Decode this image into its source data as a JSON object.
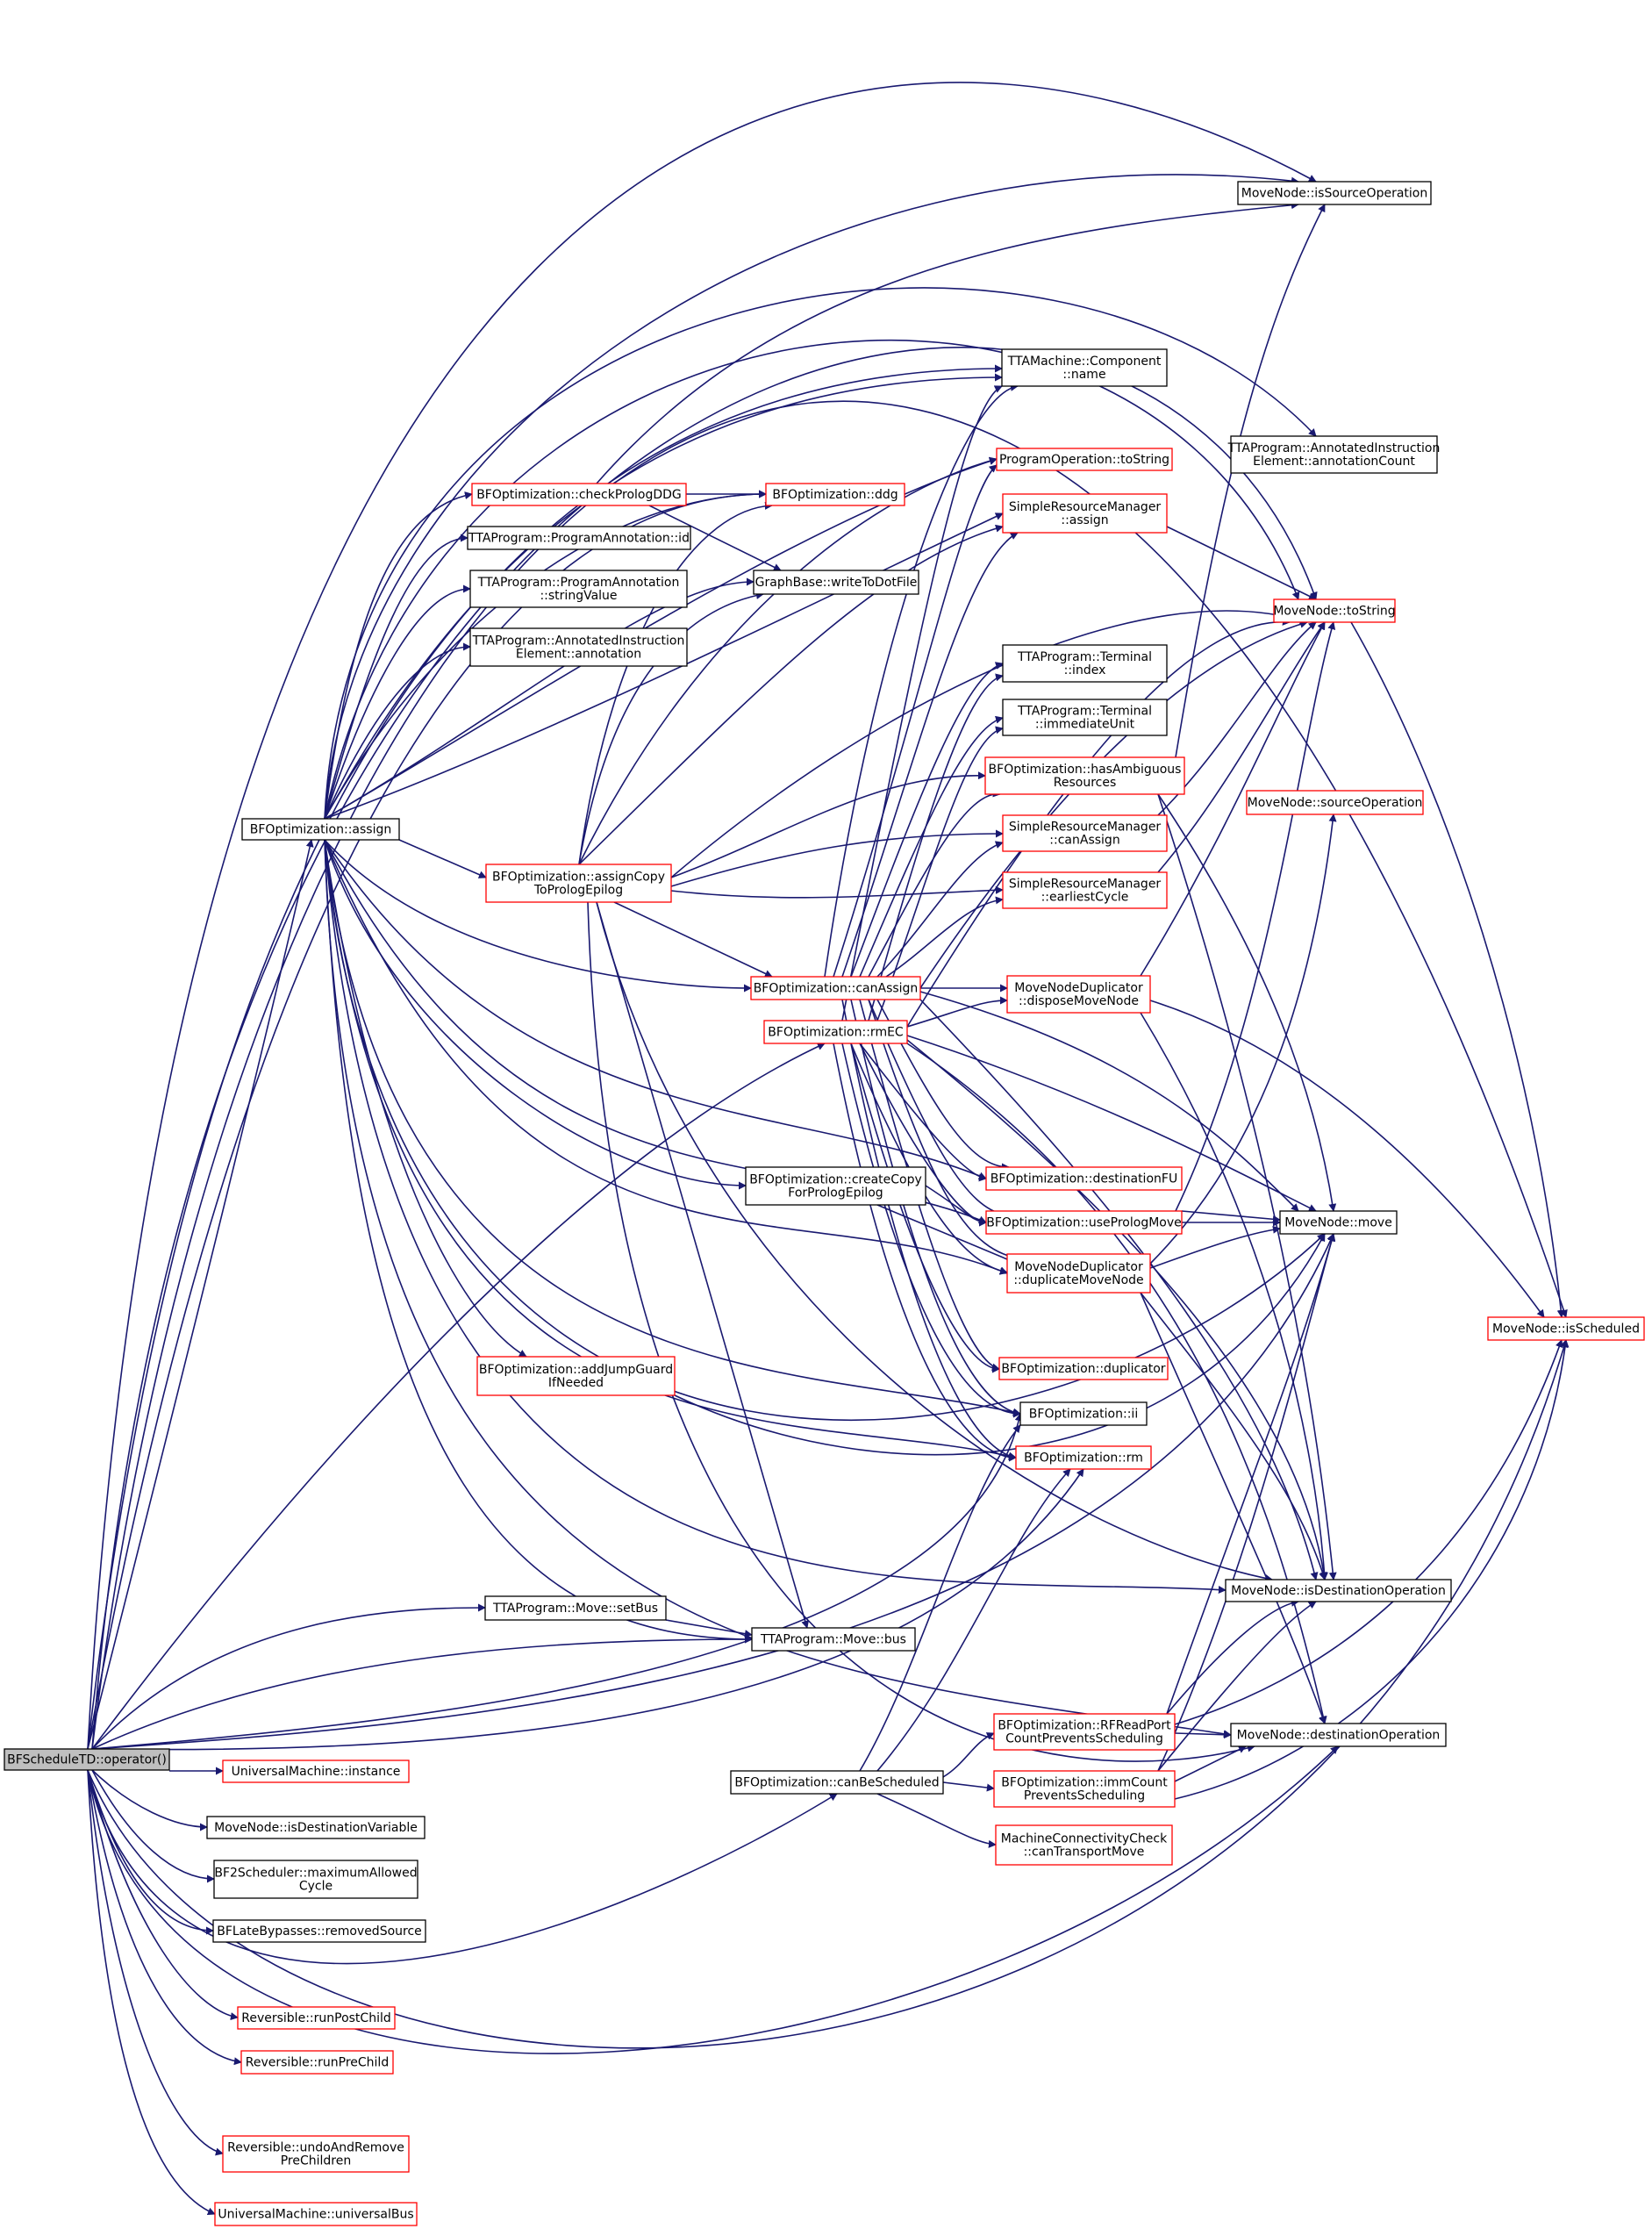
{
  "colors": {
    "edge": "#191970",
    "border_normal": "#000000",
    "border_truncated": "#ff0000",
    "root_fill": "#bfbfbf",
    "node_fill": "#ffffff"
  },
  "nodes": [
    {
      "id": "root",
      "lines": [
        "BFScheduleTD::operator()"
      ],
      "style": "root"
    },
    {
      "id": "assign",
      "lines": [
        "BFOptimization::assign"
      ],
      "style": "normal"
    },
    {
      "id": "isSourceOperation",
      "lines": [
        "MoveNode::isSourceOperation"
      ],
      "style": "normal"
    },
    {
      "id": "componentName",
      "lines": [
        "TTAMachine::Component",
        "::name"
      ],
      "style": "normal"
    },
    {
      "id": "annotationCount",
      "lines": [
        "TTAProgram::AnnotatedInstruction",
        "Element::annotationCount"
      ],
      "style": "normal"
    },
    {
      "id": "checkPrologDDG",
      "lines": [
        "BFOptimization::checkPrologDDG"
      ],
      "style": "red"
    },
    {
      "id": "ddg",
      "lines": [
        "BFOptimization::ddg"
      ],
      "style": "red"
    },
    {
      "id": "programOpToString",
      "lines": [
        "ProgramOperation::toString"
      ],
      "style": "red"
    },
    {
      "id": "srmAssign",
      "lines": [
        "SimpleResourceManager",
        "::assign"
      ],
      "style": "red"
    },
    {
      "id": "progAnnId",
      "lines": [
        "TTAProgram::ProgramAnnotation::id"
      ],
      "style": "normal"
    },
    {
      "id": "progAnnStringValue",
      "lines": [
        "TTAProgram::ProgramAnnotation",
        "::stringValue"
      ],
      "style": "normal"
    },
    {
      "id": "writeToDotFile",
      "lines": [
        "GraphBase::writeToDotFile"
      ],
      "style": "normal"
    },
    {
      "id": "moveNodeToString",
      "lines": [
        "MoveNode::toString"
      ],
      "style": "red"
    },
    {
      "id": "annotation",
      "lines": [
        "TTAProgram::AnnotatedInstruction",
        "Element::annotation"
      ],
      "style": "normal"
    },
    {
      "id": "terminalIndex",
      "lines": [
        "TTAProgram::Terminal",
        "::index"
      ],
      "style": "normal"
    },
    {
      "id": "terminalImmUnit",
      "lines": [
        "TTAProgram::Terminal",
        "::immediateUnit"
      ],
      "style": "normal"
    },
    {
      "id": "hasAmbiguous",
      "lines": [
        "BFOptimization::hasAmbiguous",
        "Resources"
      ],
      "style": "red"
    },
    {
      "id": "sourceOperation",
      "lines": [
        "MoveNode::sourceOperation"
      ],
      "style": "red"
    },
    {
      "id": "assignCopy",
      "lines": [
        "BFOptimization::assignCopy",
        "ToPrologEpilog"
      ],
      "style": "red"
    },
    {
      "id": "srmCanAssign",
      "lines": [
        "SimpleResourceManager",
        "::canAssign"
      ],
      "style": "red"
    },
    {
      "id": "srmEarliestCycle",
      "lines": [
        "SimpleResourceManager",
        "::earliestCycle"
      ],
      "style": "red"
    },
    {
      "id": "canAssign",
      "lines": [
        "BFOptimization::canAssign"
      ],
      "style": "red"
    },
    {
      "id": "disposeMoveNode",
      "lines": [
        "MoveNodeDuplicator",
        "::disposeMoveNode"
      ],
      "style": "red"
    },
    {
      "id": "rmEC",
      "lines": [
        "BFOptimization::rmEC"
      ],
      "style": "red"
    },
    {
      "id": "createCopy",
      "lines": [
        "BFOptimization::createCopy",
        "ForPrologEpilog"
      ],
      "style": "normal"
    },
    {
      "id": "destinationFU",
      "lines": [
        "BFOptimization::destinationFU"
      ],
      "style": "red"
    },
    {
      "id": "usePrologMove",
      "lines": [
        "BFOptimization::usePrologMove"
      ],
      "style": "red"
    },
    {
      "id": "moveNodeMove",
      "lines": [
        "MoveNode::move"
      ],
      "style": "normal"
    },
    {
      "id": "duplicateMoveNode",
      "lines": [
        "MoveNodeDuplicator",
        "::duplicateMoveNode"
      ],
      "style": "red"
    },
    {
      "id": "isScheduled",
      "lines": [
        "MoveNode::isScheduled"
      ],
      "style": "red"
    },
    {
      "id": "addJumpGuard",
      "lines": [
        "BFOptimization::addJumpGuard",
        "IfNeeded"
      ],
      "style": "red"
    },
    {
      "id": "duplicator",
      "lines": [
        "BFOptimization::duplicator"
      ],
      "style": "red"
    },
    {
      "id": "ii",
      "lines": [
        "BFOptimization::ii"
      ],
      "style": "normal"
    },
    {
      "id": "rm",
      "lines": [
        "BFOptimization::rm"
      ],
      "style": "red"
    },
    {
      "id": "isDestinationOperation",
      "lines": [
        "MoveNode::isDestinationOperation"
      ],
      "style": "normal"
    },
    {
      "id": "setBus",
      "lines": [
        "TTAProgram::Move::setBus"
      ],
      "style": "normal"
    },
    {
      "id": "moveBus",
      "lines": [
        "TTAProgram::Move::bus"
      ],
      "style": "normal"
    },
    {
      "id": "rfReadPort",
      "lines": [
        "BFOptimization::RFReadPort",
        "CountPreventsScheduling"
      ],
      "style": "red"
    },
    {
      "id": "destinationOperation",
      "lines": [
        "MoveNode::destinationOperation"
      ],
      "style": "normal"
    },
    {
      "id": "umInstance",
      "lines": [
        "UniversalMachine::instance"
      ],
      "style": "red"
    },
    {
      "id": "canBeScheduled",
      "lines": [
        "BFOptimization::canBeScheduled"
      ],
      "style": "normal"
    },
    {
      "id": "immCount",
      "lines": [
        "BFOptimization::immCount",
        "PreventsScheduling"
      ],
      "style": "red"
    },
    {
      "id": "isDestinationVariable",
      "lines": [
        "MoveNode::isDestinationVariable"
      ],
      "style": "normal"
    },
    {
      "id": "canTransportMove",
      "lines": [
        "MachineConnectivityCheck",
        "::canTransportMove"
      ],
      "style": "red"
    },
    {
      "id": "maxAllowedCycle",
      "lines": [
        "BF2Scheduler::maximumAllowed",
        "Cycle"
      ],
      "style": "normal"
    },
    {
      "id": "removedSource",
      "lines": [
        "BFLateBypasses::removedSource"
      ],
      "style": "normal"
    },
    {
      "id": "runPostChild",
      "lines": [
        "Reversible::runPostChild"
      ],
      "style": "red"
    },
    {
      "id": "runPreChild",
      "lines": [
        "Reversible::runPreChild"
      ],
      "style": "red"
    },
    {
      "id": "undoAndRemove",
      "lines": [
        "Reversible::undoAndRemove",
        "PreChildren"
      ],
      "style": "red"
    },
    {
      "id": "universalBus",
      "lines": [
        "UniversalMachine::universalBus"
      ],
      "style": "red"
    }
  ]
}
